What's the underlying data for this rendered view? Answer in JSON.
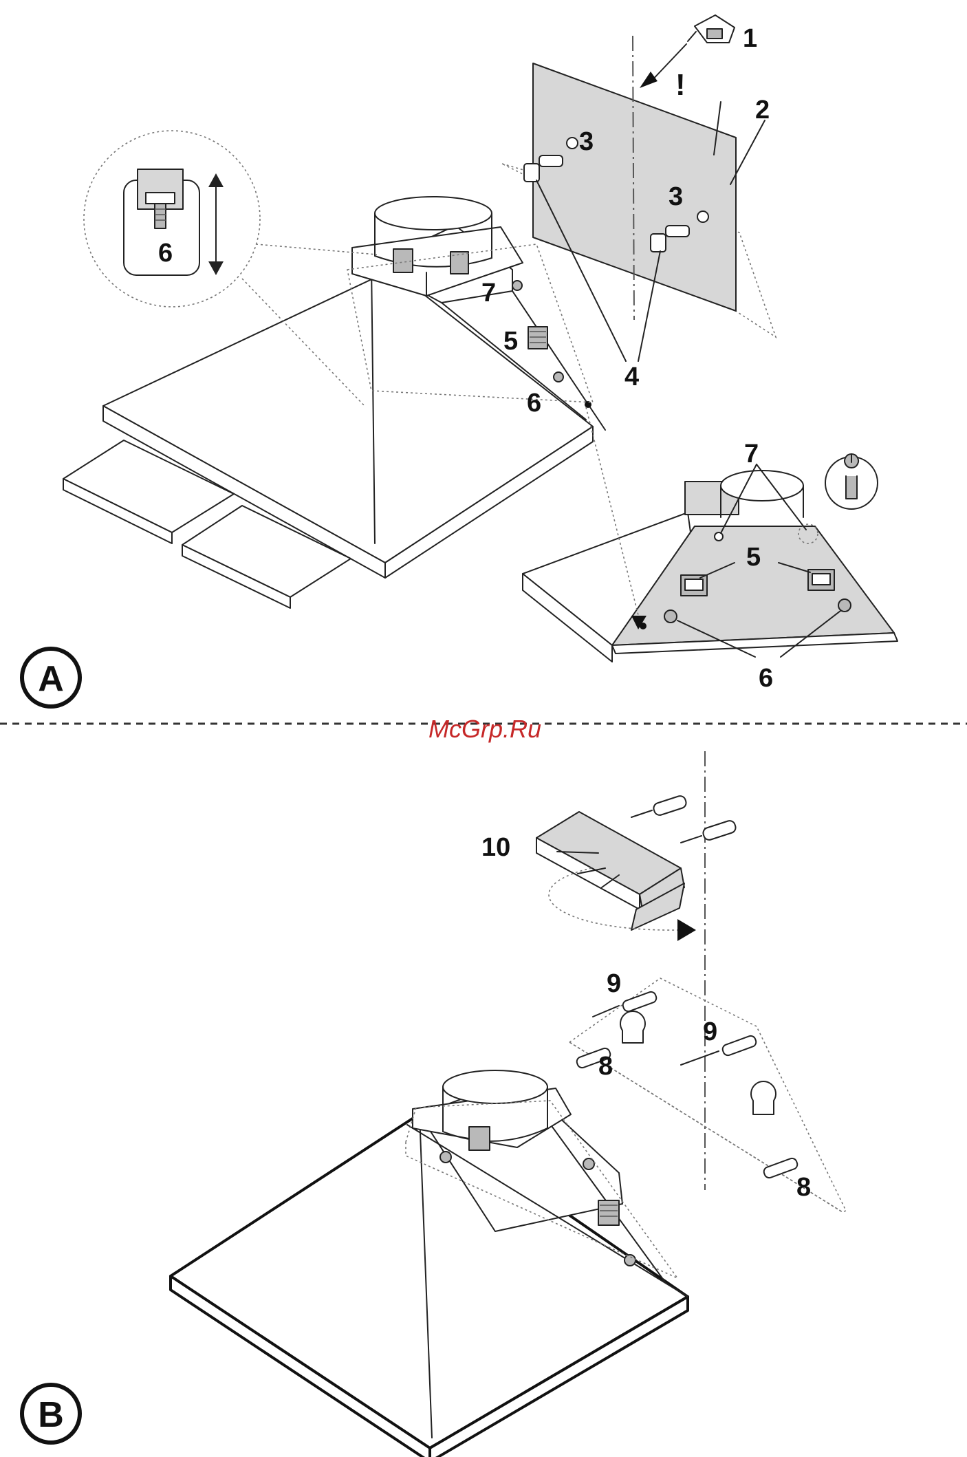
{
  "watermark": "McGrp.Ru",
  "sections": {
    "a": "A",
    "b": "B"
  },
  "labels_a": {
    "l1": "1",
    "excl": "!",
    "l2": "2",
    "l3a": "3",
    "l3b": "3",
    "l4": "4",
    "l6zoom": "6",
    "l7top": "7",
    "l5top": "5",
    "l6top": "6",
    "l7bot": "7",
    "l5bot": "5",
    "l6bot": "6"
  },
  "labels_b": {
    "l10": "10",
    "l9a": "9",
    "l9b": "9",
    "l8a": "8",
    "l8b": "8"
  },
  "colors": {
    "ink": "#111111",
    "panel": "#d7d7d7",
    "watermark": "#c62828"
  }
}
